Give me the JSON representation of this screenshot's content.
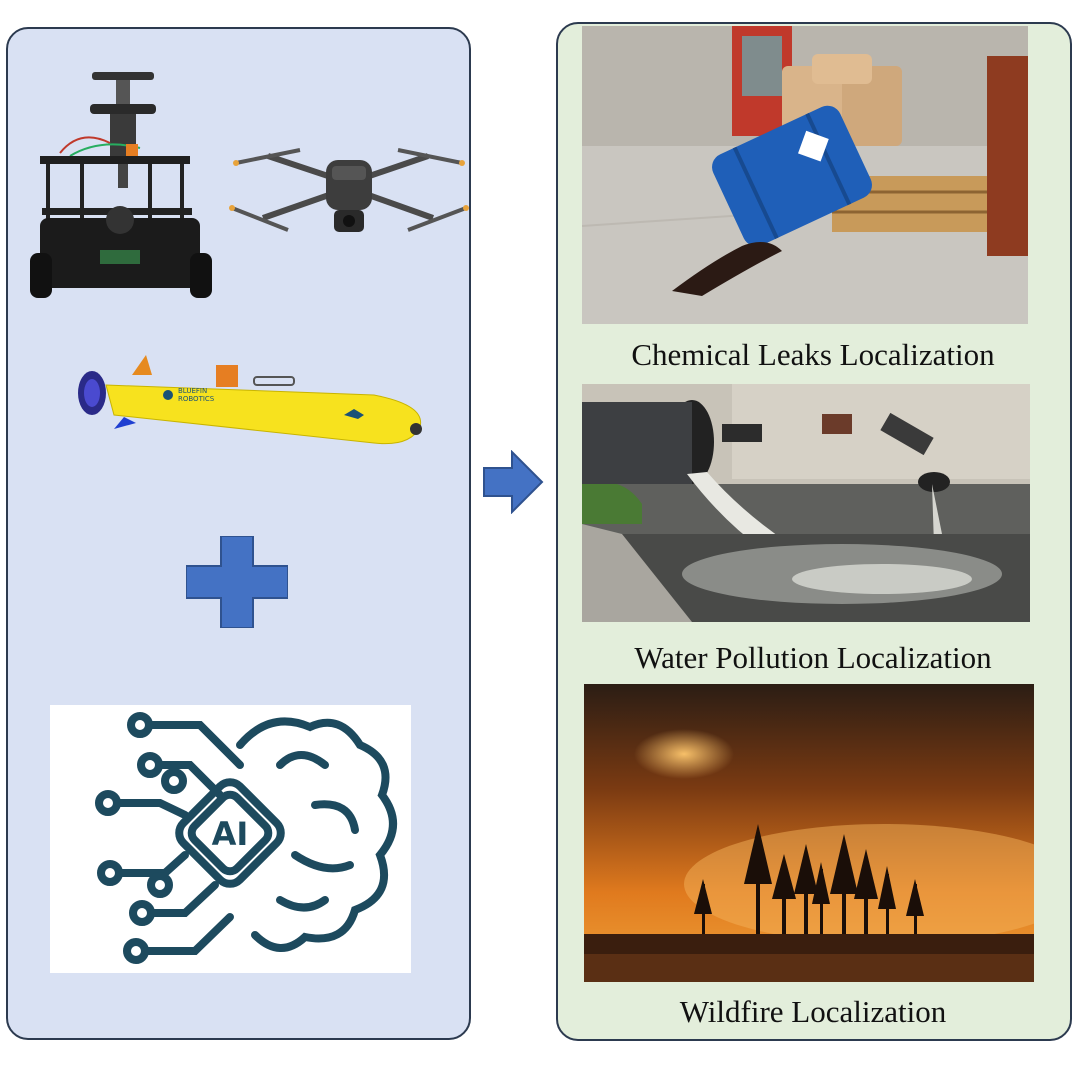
{
  "colors": {
    "left_panel_bg": "#d9e1f3",
    "right_panel_bg": "#e3eedb",
    "accent_blue": "#4472c4",
    "ai_icon": "#1d4a5e"
  },
  "icons": {
    "ground_robot": "ground-robot-image",
    "drone": "quadcopter-drone-image",
    "underwater_vehicle": "auv-image",
    "plus": "plus-icon",
    "ai": "ai-brain-icon",
    "arrow": "arrow-right-icon"
  },
  "auv": {
    "brand_line1": "BLUEFIN",
    "brand_line2": "ROBOTICS"
  },
  "ai": {
    "label": "AI"
  },
  "applications": [
    {
      "caption": "Chemical Leaks Localization"
    },
    {
      "caption": "Water Pollution Localization"
    },
    {
      "caption": "Wildfire Localization"
    }
  ]
}
